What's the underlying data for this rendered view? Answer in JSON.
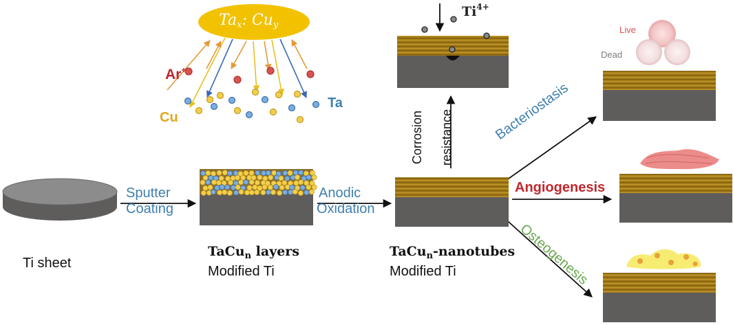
{
  "target": {
    "base": "Ta",
    "x_sub": "x",
    "sep": ": ",
    "cu": "Cu",
    "y_sub": "y"
  },
  "ions": {
    "ar": "Ar",
    "ar_charge": "+",
    "cu": "Cu",
    "ta": "Ta"
  },
  "process": {
    "step1_line1": "Sputter",
    "step1_line2": "Coating",
    "step2_line1": "Anodic",
    "step2_line2": "Oxidation"
  },
  "stages": {
    "ti_sheet": "Ti sheet",
    "layers_title_a": "TaCu",
    "layers_title_sub": "n",
    "layers_title_b": " layers",
    "layers_line2": "Modified Ti",
    "nanotubes_title_a": "TaCu",
    "nanotubes_title_sub": "n",
    "nanotubes_title_b": "-nanotubes",
    "nanotubes_line2": "Modified  Ti"
  },
  "corrosion": {
    "ion": "Ti",
    "ion_charge": "4+",
    "line1": "Corrosion",
    "line2": "resistance"
  },
  "outcomes": {
    "bacteriostasis": "Bacteriostasis",
    "angiogenesis": "Angiogenesis",
    "osteogenesis": "Osteogenesis",
    "live": "Live",
    "dead": "Dead"
  },
  "colors": {
    "target_fill": "#f2c200",
    "substrate_side": "#5f5c5c",
    "substrate_top": "#909090",
    "coating_gold": "#a57c18",
    "cu_particle": "#f2cf50",
    "ta_particle": "#7aaee0",
    "ar_particle": "#d9534f",
    "blue_text": "#3e7fae",
    "red_text": "#c0272d",
    "green_text": "#6aa84f",
    "cell_pink": "#ec8c8a",
    "bone_cell": "#f7ec72"
  }
}
